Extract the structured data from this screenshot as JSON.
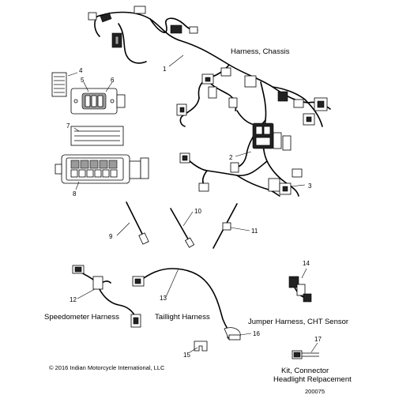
{
  "captions": {
    "harness_chassis": "Harness, Chassis",
    "speedometer_harness": "Speedometer Harness",
    "taillight_harness": "Taillight Harness",
    "jumper_harness": "Jumper Harness, CHT Sensor",
    "kit_connector_line1": "Kit, Connector",
    "kit_connector_line2": "Headlight Relpacement"
  },
  "callouts": {
    "c1": "1",
    "c2": "2",
    "c3": "3",
    "c4": "4",
    "c5": "5",
    "c6": "6",
    "c7": "7",
    "c8": "8",
    "c9": "9",
    "c10": "10",
    "c11": "11",
    "c12": "12",
    "c13": "13",
    "c14": "14",
    "c15": "15",
    "c16": "16",
    "c17": "17"
  },
  "footer": {
    "copyright": "© 2016 Indian Motorcycle International, LLC",
    "drawing_number": "200075"
  }
}
